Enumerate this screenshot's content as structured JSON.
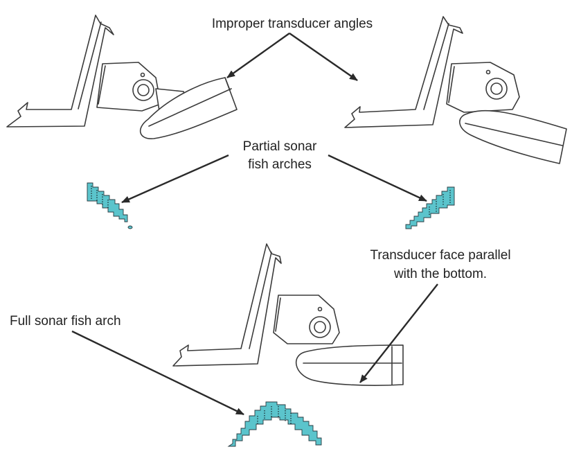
{
  "labels": {
    "improper": "Improper transducer angles",
    "partial_line1": "Partial sonar",
    "partial_line2": "fish arches",
    "parallel_line1": "Transducer face parallel",
    "parallel_line2": "with the bottom.",
    "full_arch": "Full sonar fish arch"
  },
  "colors": {
    "arch_fill": "#5bc4cc",
    "line": "#3a3a3a",
    "text": "#222222",
    "background": "#ffffff"
  }
}
